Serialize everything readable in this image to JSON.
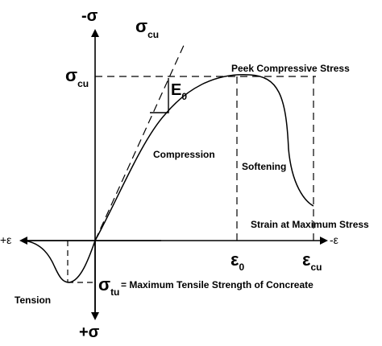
{
  "axes": {
    "neg_sigma": "-σ",
    "pos_sigma": "+σ",
    "pos_eps": "+ε",
    "neg_eps": "-ε"
  },
  "labels": {
    "sigma_cu_top_base": "σ",
    "sigma_cu_top_sub": "cu",
    "sigma_cu_axis_base": "σ",
    "sigma_cu_axis_sub": "cu",
    "e0_base": "E",
    "e0_sub": "0",
    "peak": "Peek Compressive Stress",
    "compression": "Compression",
    "softening": "Softening",
    "strain_max": "Strain at Maximum Stress",
    "eps0_base": "ε",
    "eps0_sub": "0",
    "epscu_base": "ε",
    "epscu_sub": "cu",
    "sigma_tu_base": "σ",
    "sigma_tu_sub": "tu",
    "sigma_tu_desc": "= Maximum Tensile Strength of Concreate",
    "tension": "Tension"
  }
}
